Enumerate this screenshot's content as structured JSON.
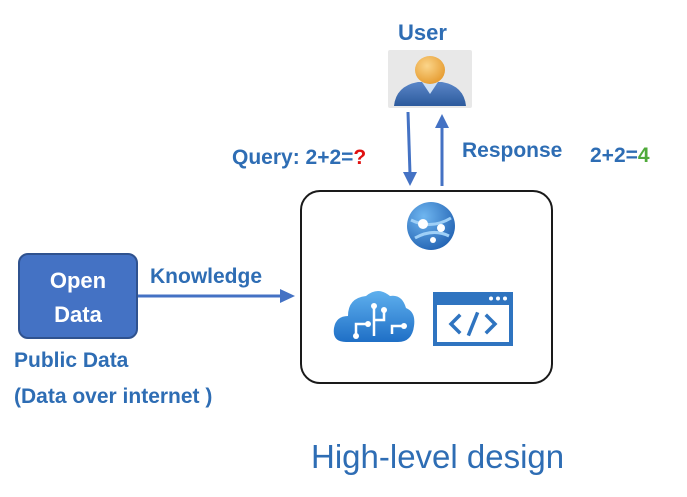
{
  "user": {
    "label": "User",
    "icon": "user-avatar-icon"
  },
  "query": {
    "prefix": "Query: 2+2=",
    "unknown": "?"
  },
  "response": {
    "label": "Response",
    "result_prefix": "2+2=",
    "result_value": "4"
  },
  "open_data": {
    "line1": "Open",
    "line2": "Data"
  },
  "knowledge": {
    "label": "Knowledge"
  },
  "public_data": {
    "title": "Public Data",
    "subtitle": "(Data over internet )"
  },
  "system_icons": [
    "globe-network-icon",
    "cloud-circuit-icon",
    "code-window-icon"
  ],
  "caption": "High-level design",
  "colors": {
    "accent": "#2e6db4",
    "arrow": "#4472c4",
    "question": "#e01010",
    "answer": "#4faa3a"
  }
}
